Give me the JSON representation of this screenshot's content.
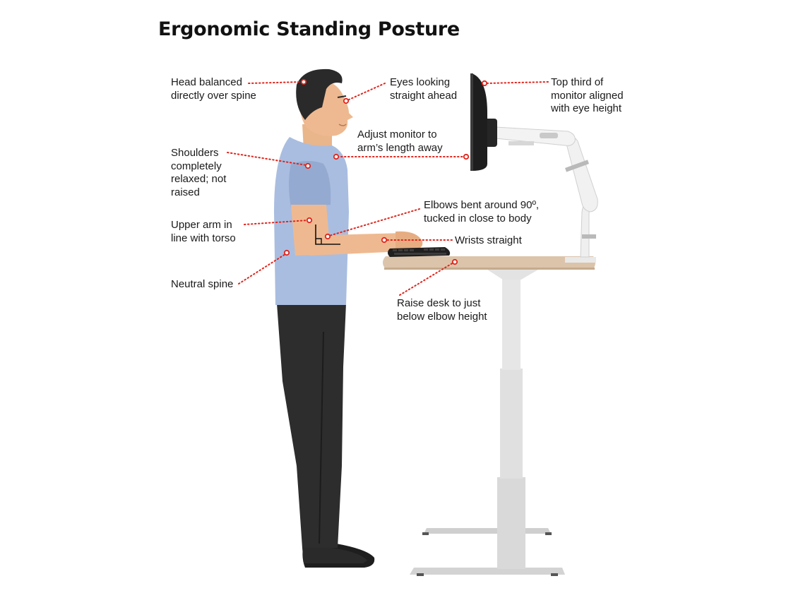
{
  "title": "Ergonomic Standing Posture",
  "colors": {
    "shirt": "#a9bde0",
    "pants": "#2d2d2d",
    "skin": "#eeb990",
    "hair": "#2a2a2a",
    "desk_top": "#dcc4aa",
    "desk_frame": "#d3d3d3",
    "monitor": "#1e1e1e",
    "callout_red": "#e0241b"
  },
  "callouts": {
    "head": [
      "Head balanced",
      "directly over spine"
    ],
    "eyes": [
      "Eyes looking",
      "straight ahead"
    ],
    "monitor_top": [
      "Top third of",
      "monitor aligned",
      "with eye height"
    ],
    "monitor_distance": [
      "Adjust monitor to",
      "arm’s length away"
    ],
    "shoulders": [
      "Shoulders",
      "completely",
      "relaxed; not",
      "raised"
    ],
    "elbows": [
      "Elbows bent around 90º,",
      "tucked in close to body"
    ],
    "upper_arm": [
      "Upper arm in",
      "line with torso"
    ],
    "wrists": [
      "Wrists straight"
    ],
    "spine": [
      "Neutral spine"
    ],
    "desk": [
      "Raise desk to just",
      "below elbow height"
    ]
  },
  "icons": {
    "person": "standing-person-illustration",
    "desk": "standing-desk-illustration",
    "monitor": "monitor-on-arm-illustration",
    "keyboard": "keyboard-illustration",
    "right_angle": "right-angle-marker-icon"
  }
}
